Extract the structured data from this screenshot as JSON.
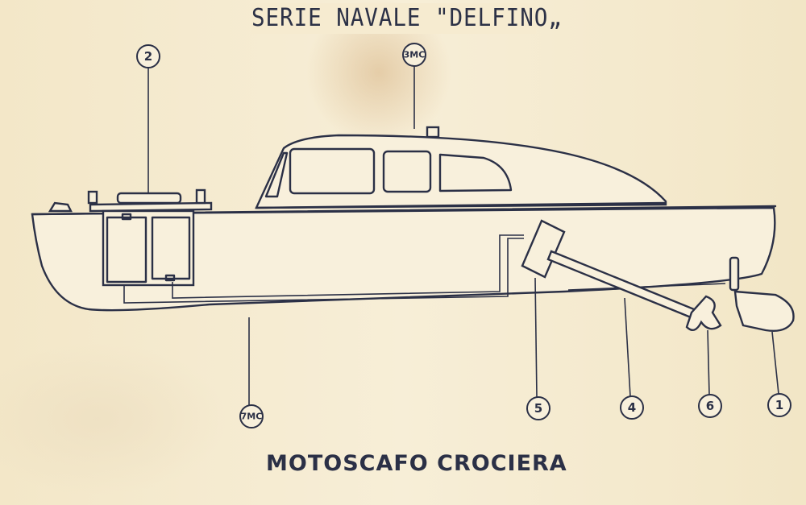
{
  "title": "SERIE NAVALE \"DELFINO„",
  "subtitle": "MOTOSCAFO CROCIERA",
  "callouts": [
    {
      "id": "c2",
      "label": "2"
    },
    {
      "id": "c3mc",
      "label": "3MC"
    },
    {
      "id": "c7mc",
      "label": "7MC"
    },
    {
      "id": "c5",
      "label": "5"
    },
    {
      "id": "c4",
      "label": "4"
    },
    {
      "id": "c6",
      "label": "6"
    },
    {
      "id": "c1",
      "label": "1"
    }
  ],
  "colors": {
    "ink": "#2b3046",
    "paper": "#f5ecd3"
  }
}
